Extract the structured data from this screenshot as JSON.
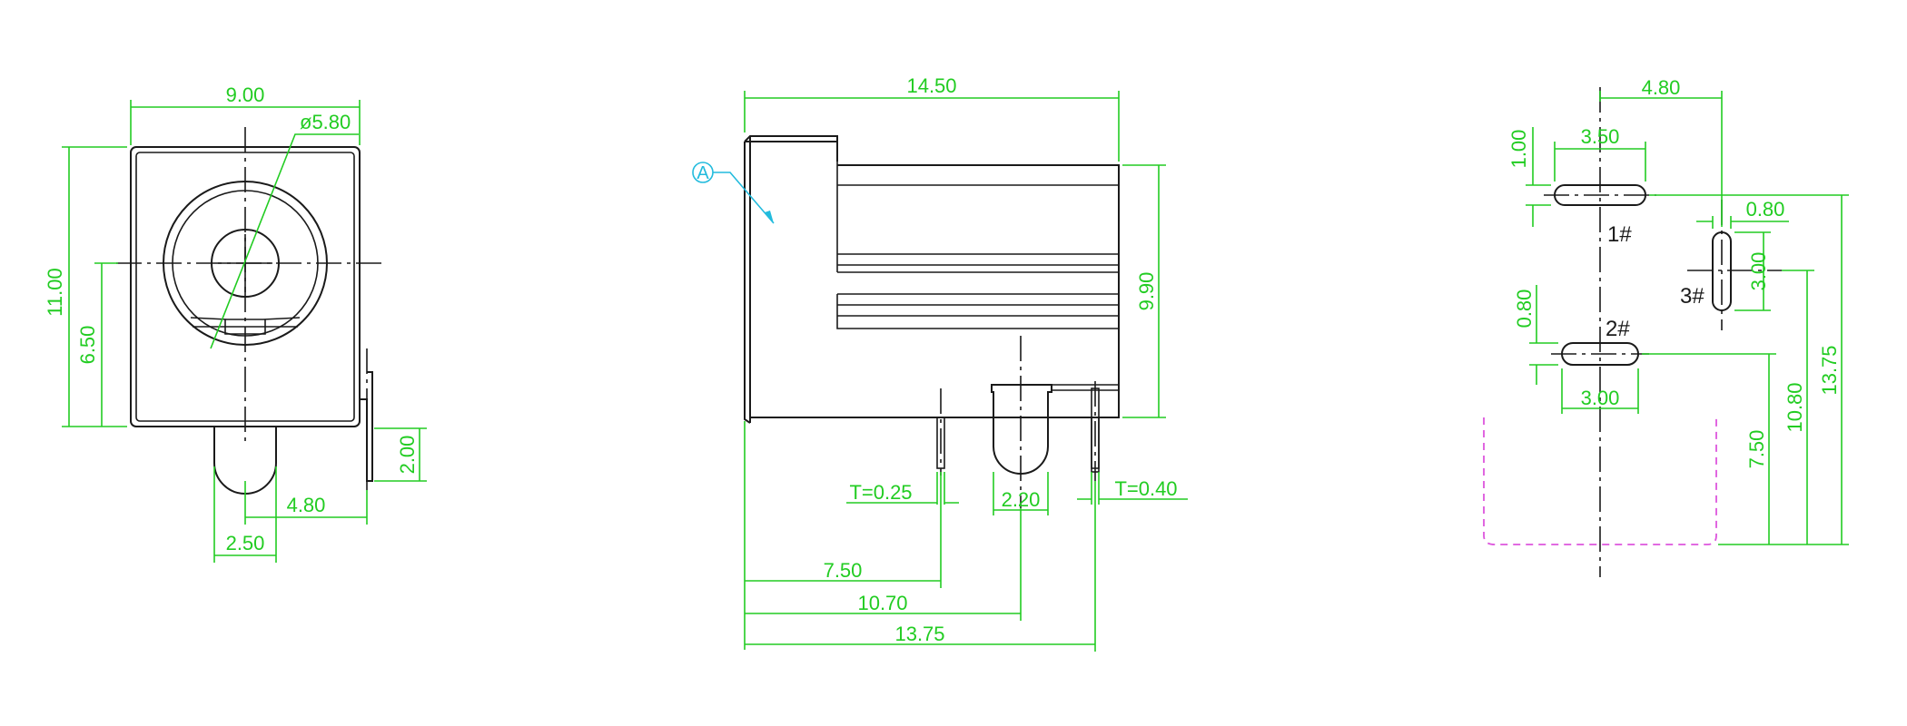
{
  "colors": {
    "outline": "#1a1a1a",
    "dimension": "#22cc22",
    "callout": "#22bbdd",
    "ghost": "#dd55dd"
  },
  "front_view": {
    "width": "9.00",
    "diameter": "ø5.80",
    "height": "11.00",
    "center_height": "6.50",
    "pin_offset": "2.00",
    "pin_distance": "4.80",
    "pin_width": "2.50"
  },
  "side_view": {
    "length": "14.50",
    "body_height": "9.90",
    "callout": "A",
    "pin1_thickness": "T=0.25",
    "pin2_width": "2.20",
    "pin3_thickness": "T=0.40",
    "dist1": "7.50",
    "dist2": "10.70",
    "dist3": "13.75"
  },
  "footprint": {
    "pitch_x": "4.80",
    "slot1_height": "1.00",
    "slot1_length": "3.50",
    "slot3_width": "0.80",
    "slot3_length": "3.00",
    "slot2_height": "0.80",
    "slot2_length": "3.00",
    "y1": "7.50",
    "y2": "10.80",
    "y3": "13.75",
    "pin1_label": "1#",
    "pin2_label": "2#",
    "pin3_label": "3#"
  }
}
